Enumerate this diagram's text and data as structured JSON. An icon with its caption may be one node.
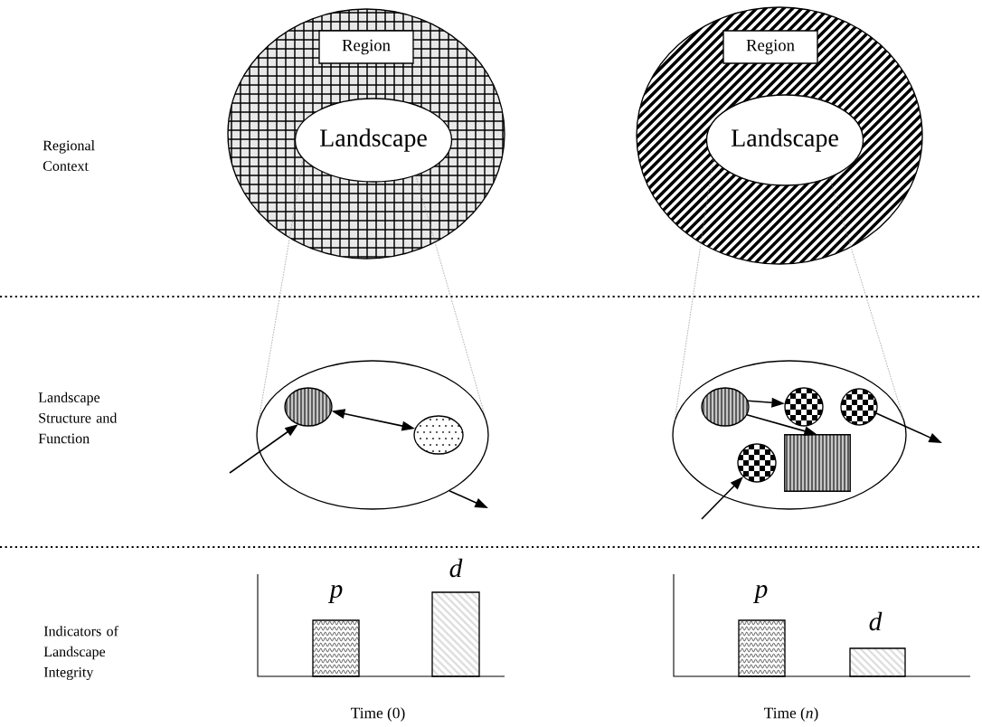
{
  "diagram": {
    "nodes": [
      {
        "text": [],
        "shape": "circle"
      },
      {
        "text": [
          "Region"
        ],
        "in": 0
      },
      {
        "text": [
          "Landscape"
        ],
        "in": 0
      },
      {
        "text": [],
        "shape": "circle"
      },
      {
        "text": [
          "Region"
        ],
        "in": 3
      },
      {
        "text": [
          "Landscape"
        ],
        "in": 3
      },
      {
        "text": [],
        "shape": "circle"
      },
      {
        "text": [],
        "shape": "circle",
        "in": 6
      },
      {
        "text": [],
        "shape": "circle",
        "in": 6
      },
      {
        "text": [],
        "shape": "circle"
      },
      {
        "text": [],
        "shape": "circle",
        "in": 9
      },
      {
        "text": [],
        "shape": "circle",
        "in": 9
      },
      {
        "text": [],
        "shape": "circle",
        "in": 9
      },
      {
        "text": [],
        "shape": "circle",
        "in": 9
      },
      {
        "text": [],
        "shape": "box",
        "in": 9
      }
    ],
    "edges": [
      {
        "from": 2,
        "to": 6,
        "arrow": "none",
        "style": "dashed",
        "color": "#888888"
      },
      {
        "from": 2,
        "to": 6,
        "arrow": "none",
        "style": "dashed",
        "color": "#888888"
      },
      {
        "from": 5,
        "to": 9,
        "arrow": "none",
        "style": "dashed",
        "color": "#888888"
      },
      {
        "from": 5,
        "to": 9,
        "arrow": "none",
        "style": "dashed",
        "color": "#888888"
      },
      {
        "from": null,
        "to": 7,
        "arrow": "to"
      },
      {
        "from": 7,
        "to": 8,
        "arrow": "both"
      },
      {
        "from": 6,
        "to": null,
        "arrow": "to"
      },
      {
        "from": 10,
        "to": 11,
        "arrow": "to"
      },
      {
        "from": 10,
        "to": 14,
        "arrow": "to"
      },
      {
        "from": 12,
        "to": null,
        "arrow": "to"
      },
      {
        "from": null,
        "to": 13,
        "arrow": "to"
      }
    ],
    "labels": [
      "Regional Context",
      "Landscape Structure and Function",
      "Indicators of Landscape Integrity",
      "p",
      "d",
      "Time (0)",
      "p",
      "d",
      "Time (*n*)"
    ]
  }
}
